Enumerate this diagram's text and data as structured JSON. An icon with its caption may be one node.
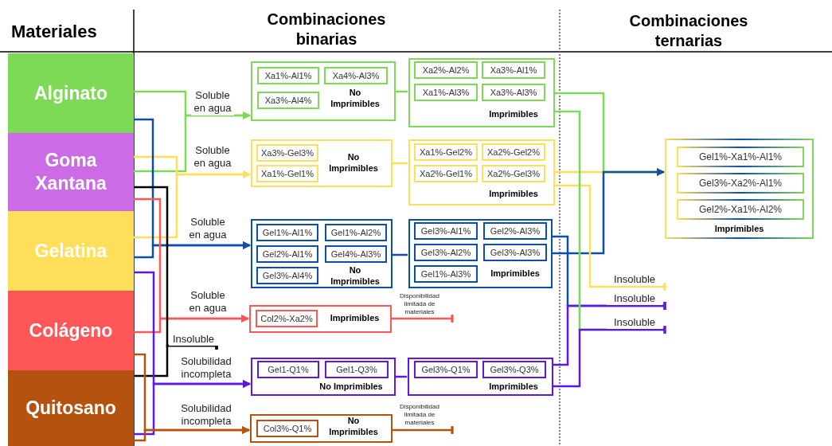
{
  "diagram": {
    "nodes": [
      {
        "text": [
          "Alginato"
        ]
      },
      {
        "text": [
          "Goma Xantana"
        ]
      },
      {
        "text": [
          "Gelatina"
        ]
      },
      {
        "text": [
          "Colágeno"
        ]
      },
      {
        "text": [
          "Quitosano"
        ]
      },
      {
        "text": [
          "No Imprimibles"
        ]
      },
      {
        "text": [
          "Xa1%-Al1%"
        ],
        "in": 5
      },
      {
        "text": [
          "Xa4%-Al3%"
        ],
        "in": 5
      },
      {
        "text": [
          "Xa3%-Al4%"
        ],
        "in": 5
      },
      {
        "text": [
          "Imprimibles"
        ]
      },
      {
        "text": [
          "Xa2%-Al2%"
        ],
        "in": 9
      },
      {
        "text": [
          "Xa3%-Al1%"
        ],
        "in": 9
      },
      {
        "text": [
          "Xa1%-Al3%"
        ],
        "in": 9
      },
      {
        "text": [
          "Xa3%-Al3%"
        ],
        "in": 9
      },
      {
        "text": [
          "No Imprimibles"
        ]
      },
      {
        "text": [
          "Xa3%-Gel3%"
        ],
        "in": 14
      },
      {
        "text": [
          "Xa1%-Gel1%"
        ],
        "in": 14
      },
      {
        "text": [
          "Imprimibles"
        ]
      },
      {
        "text": [
          "Xa1%-Gel2%"
        ],
        "in": 17
      },
      {
        "text": [
          "Xa2%-Gel2%"
        ],
        "in": 17
      },
      {
        "text": [
          "Xa2%-Gel1%"
        ],
        "in": 17
      },
      {
        "text": [
          "Xa2%-Gel3%"
        ],
        "in": 17
      },
      {
        "text": [
          "No Imprimibles"
        ]
      },
      {
        "text": [
          "Gel1%-Al1%"
        ],
        "in": 22
      },
      {
        "text": [
          "Gel1%-Al2%"
        ],
        "in": 22
      },
      {
        "text": [
          "Gel2%-Al1%"
        ],
        "in": 22
      },
      {
        "text": [
          "Gel4%-Al3%"
        ],
        "in": 22
      },
      {
        "text": [
          "Gel3%-Al4%"
        ],
        "in": 22
      },
      {
        "text": [
          "Imprimibles"
        ]
      },
      {
        "text": [
          "Gel3%-Al1%"
        ],
        "in": 28
      },
      {
        "text": [
          "Gel2%-Al3%"
        ],
        "in": 28
      },
      {
        "text": [
          "Gel3%-Al2%"
        ],
        "in": 28
      },
      {
        "text": [
          "Gel3%-Al3%"
        ],
        "in": 28
      },
      {
        "text": [
          "Gel1%-Al3%"
        ],
        "in": 28
      },
      {
        "text": [
          "Imprimibles"
        ]
      },
      {
        "text": [
          "Col2%-Xa2%"
        ],
        "in": 34
      },
      {
        "text": [
          "No Imprimibles"
        ]
      },
      {
        "text": [
          "Gel1-Q1%"
        ],
        "in": 36
      },
      {
        "text": [
          "Gel1-Q3%"
        ],
        "in": 36
      },
      {
        "text": [
          "Imprimibles"
        ]
      },
      {
        "text": [
          "Gel3%-Q1%"
        ],
        "in": 39
      },
      {
        "text": [
          "Gel3%-Q3%"
        ],
        "in": 39
      },
      {
        "text": [
          "No Imprimibles"
        ]
      },
      {
        "text": [
          "Col3%-Q1%"
        ],
        "in": 42
      },
      {
        "text": [
          "Imprimibles"
        ]
      },
      {
        "text": [
          "Gel1%-Xa1%-Al1%"
        ],
        "in": 44
      },
      {
        "text": [
          "Gel3%-Xa2%-Al1%"
        ],
        "in": 44
      },
      {
        "text": [
          "Gel2%-Xa1%-Al2%"
        ],
        "in": 44
      }
    ],
    "edges": [
      {
        "from": 0,
        "to": 5,
        "arrow": "to",
        "label": "Soluble en agua",
        "color": "#7ed957"
      },
      {
        "from": 1,
        "to": 5,
        "arrow": "to",
        "color": "#7ed957"
      },
      {
        "from": 1,
        "to": 14,
        "arrow": "to",
        "label": "Soluble en agua",
        "color": "#ffde59"
      },
      {
        "from": 2,
        "to": 14,
        "arrow": "to",
        "color": "#ffde59"
      },
      {
        "from": 0,
        "to": 22,
        "arrow": "to",
        "label": "Soluble en agua",
        "color": "#0d4fa8"
      },
      {
        "from": 2,
        "to": 22,
        "arrow": "to",
        "color": "#0d4fa8"
      },
      {
        "from": 1,
        "to": 34,
        "arrow": "to",
        "label": "Soluble en agua",
        "color": "#ff5757"
      },
      {
        "from": 3,
        "to": 34,
        "arrow": "to",
        "color": "#ff5757"
      },
      {
        "from": 1,
        "to": null,
        "arrow": "other",
        "label": "Insoluble",
        "color": "#000000"
      },
      {
        "from": 4,
        "to": null,
        "arrow": "other",
        "color": "#000000"
      },
      {
        "from": 2,
        "to": 36,
        "arrow": "to",
        "label": "Solubilidad incompleta",
        "color": "#5e17eb"
      },
      {
        "from": 4,
        "to": 36,
        "arrow": "to",
        "color": "#5e17eb"
      },
      {
        "from": 3,
        "to": 42,
        "arrow": "to",
        "label": "Solubilidad incompleta",
        "color": "#b4530f"
      },
      {
        "from": 4,
        "to": 42,
        "arrow": "to",
        "color": "#b4530f"
      },
      {
        "from": 5,
        "to": 9,
        "arrow": "none",
        "color": "#7ed957"
      },
      {
        "from": 14,
        "to": 17,
        "arrow": "none",
        "color": "#ffde59"
      },
      {
        "from": 22,
        "to": 28,
        "arrow": "none",
        "color": "#0d4fa8"
      },
      {
        "from": 36,
        "to": 39,
        "arrow": "none",
        "color": "#5e17eb"
      },
      {
        "from": 34,
        "to": null,
        "arrow": "other",
        "label": "Disponibilidad limitada de materiales",
        "color": "#ff5757"
      },
      {
        "from": 42,
        "to": null,
        "arrow": "other",
        "label": "Disponibilidad limitada de materiales",
        "color": "#b4530f"
      },
      {
        "from": 9,
        "to": 44,
        "arrow": "to",
        "color": "#7ed957"
      },
      {
        "from": 17,
        "to": 44,
        "arrow": "to",
        "color": "#ffde59"
      },
      {
        "from": 28,
        "to": 44,
        "arrow": "to",
        "color": "#0d4fa8"
      },
      {
        "from": 17,
        "to": null,
        "arrow": "other",
        "label": "Insoluble",
        "color": "#ffde59"
      },
      {
        "from": 28,
        "to": null,
        "arrow": "other",
        "label": "Insoluble",
        "color": "#0d4fa8"
      },
      {
        "from": 39,
        "to": null,
        "arrow": "other",
        "color": "#5e17eb"
      },
      {
        "from": 9,
        "to": null,
        "arrow": "other",
        "label": "Insoluble",
        "color": "#7ed957"
      },
      {
        "from": 39,
        "to": null,
        "arrow": "other",
        "color": "#5e17eb"
      }
    ],
    "labels": [
      "Materiales",
      "Combinaciones binarias",
      "Combinaciones ternarias"
    ]
  }
}
